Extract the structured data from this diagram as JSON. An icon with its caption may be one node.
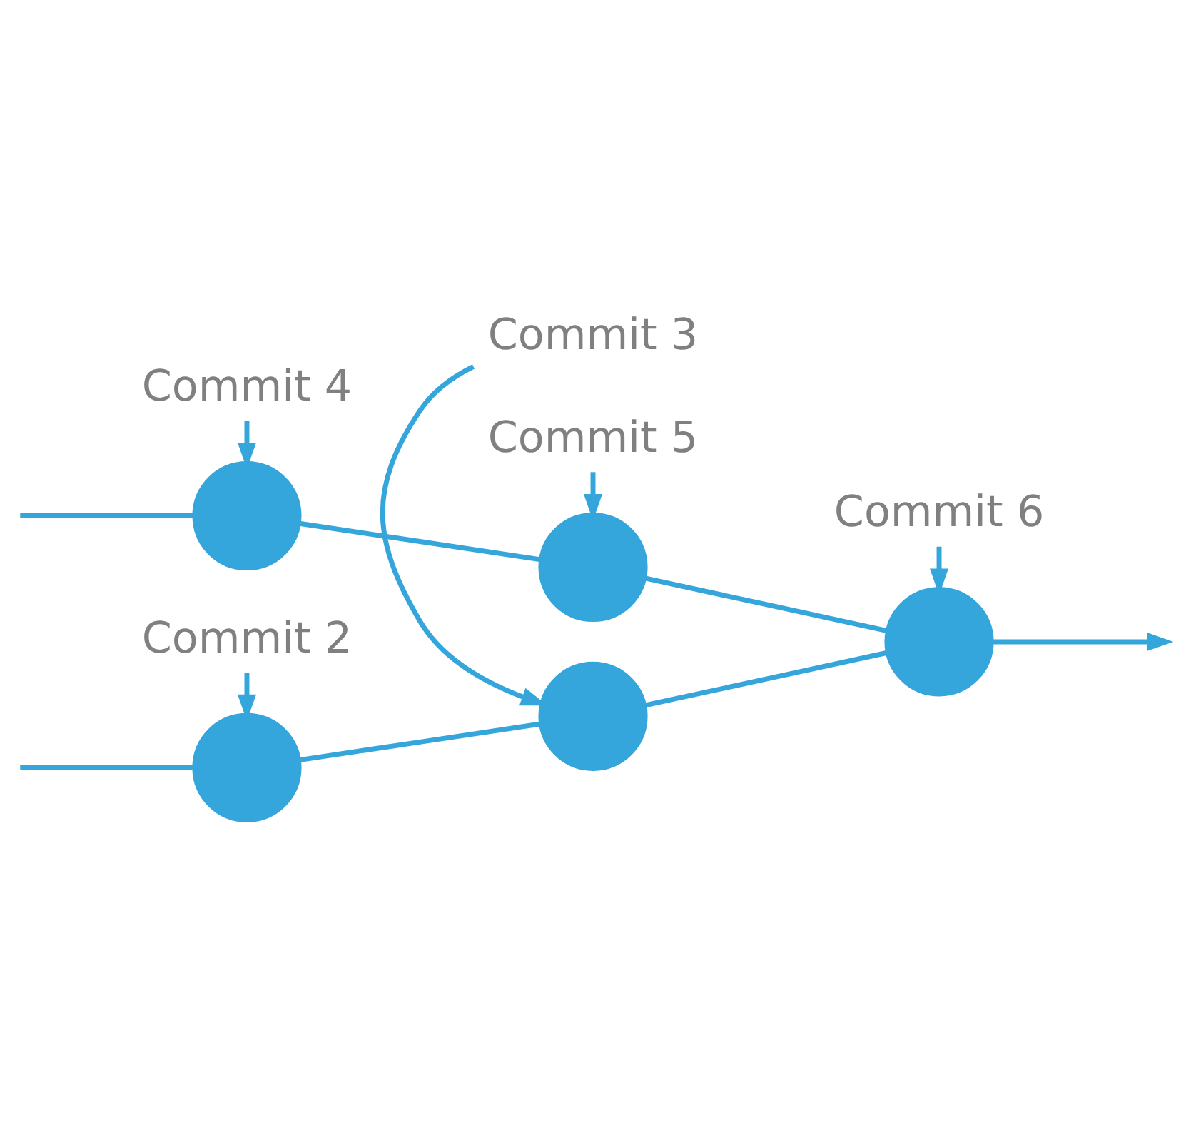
{
  "diagram": {
    "nodes": [
      {
        "text": [
          "Commit 3"
        ]
      },
      {
        "text": [],
        "shape": "circle"
      },
      {
        "text": [],
        "shape": "circle"
      },
      {
        "text": [],
        "shape": "circle"
      },
      {
        "text": [
          "Commit 2"
        ]
      },
      {
        "text": [
          "Commit 6"
        ]
      },
      {
        "text": [],
        "shape": "circle"
      },
      {
        "text": [],
        "shape": "circle"
      },
      {
        "text": [
          "Commit 4"
        ]
      },
      {
        "text": [
          "Commit 5"
        ]
      }
    ],
    "edges": [
      {
        "from": null,
        "to": 1,
        "arrow": "none"
      },
      {
        "from": 1,
        "to": 2,
        "arrow": "none"
      },
      {
        "from": 2,
        "to": 3,
        "arrow": "none"
      },
      {
        "from": 3,
        "to": null,
        "arrow": "to"
      },
      {
        "from": null,
        "to": 6,
        "arrow": "none"
      },
      {
        "from": 6,
        "to": 7,
        "arrow": "none"
      },
      {
        "from": 7,
        "to": 3,
        "arrow": "none"
      },
      {
        "from": 0,
        "to": 2,
        "arrow": "to"
      },
      {
        "from": 4,
        "to": 1,
        "arrow": "to"
      },
      {
        "from": 5,
        "to": 3,
        "arrow": "to"
      },
      {
        "from": 8,
        "to": 6,
        "arrow": "to"
      },
      {
        "from": 9,
        "to": 7,
        "arrow": "to"
      }
    ]
  }
}
